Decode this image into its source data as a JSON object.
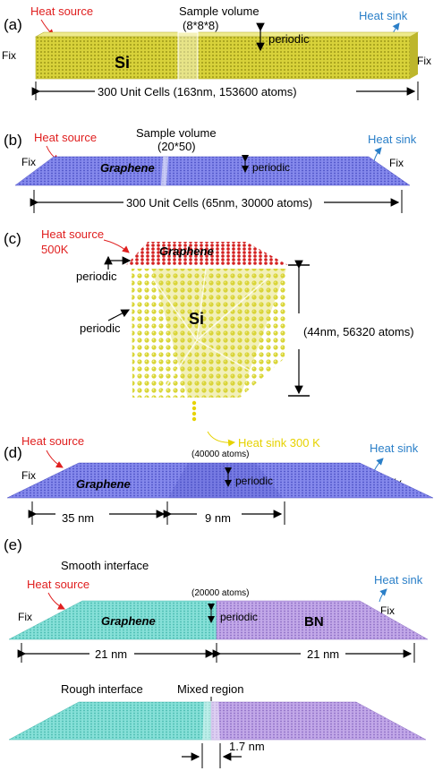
{
  "colors": {
    "heat_source": "#e02020",
    "heat_sink": "#2a7fc8",
    "si": "#d7d33a",
    "graphene": "#7a7ee6",
    "graphene_e": "#78d8d0",
    "bn": "#b79ae0",
    "heatsink_c": "#e6d200"
  },
  "panel_a": {
    "tag": "(a)",
    "heat_source": "Heat source",
    "heat_sink": "Heat sink",
    "sample_volume": "Sample volume",
    "sample_dims": "(8*8*8)",
    "periodic": "periodic",
    "fix_left": "Fix",
    "fix_right": "Fix",
    "material": "Si",
    "dimension": "300 Unit Cells (163nm, 153600 atoms)"
  },
  "panel_b": {
    "tag": "(b)",
    "heat_source": "Heat source",
    "heat_sink": "Heat sink",
    "sample_volume": "Sample volume",
    "sample_dims": "(20*50)",
    "periodic": "periodic",
    "fix_left": "Fix",
    "fix_right": "Fix",
    "material": "Graphene",
    "dimension": "300 Unit Cells (65nm, 30000 atoms)"
  },
  "panel_c": {
    "tag": "(c)",
    "heat_source": "Heat source",
    "heat_source_temp": "500K",
    "graphene": "Graphene",
    "periodic_1": "periodic",
    "periodic_2": "periodic",
    "material": "Si",
    "dimension": "(44nm, 56320 atoms)",
    "heat_sink": "Heat sink 300 K"
  },
  "panel_d": {
    "tag": "(d)",
    "heat_source": "Heat source",
    "heat_sink": "Heat sink",
    "atoms": "(40000 atoms)",
    "fix_left": "Fix",
    "fix_right": "Fix",
    "material": "Graphene",
    "periodic": "periodic",
    "dim_left": "35 nm",
    "dim_right": "9 nm"
  },
  "panel_e": {
    "tag": "(e)",
    "smooth": "Smooth interface",
    "heat_source": "Heat source",
    "heat_sink": "Heat sink",
    "atoms": "(20000 atoms)",
    "fix_left": "Fix",
    "fix_right": "Fix",
    "graphene": "Graphene",
    "bn": "BN",
    "periodic": "periodic",
    "dim_left": "21 nm",
    "dim_right": "21 nm",
    "rough": "Rough interface",
    "mixed": "Mixed region",
    "mixed_width": "1.7 nm"
  }
}
